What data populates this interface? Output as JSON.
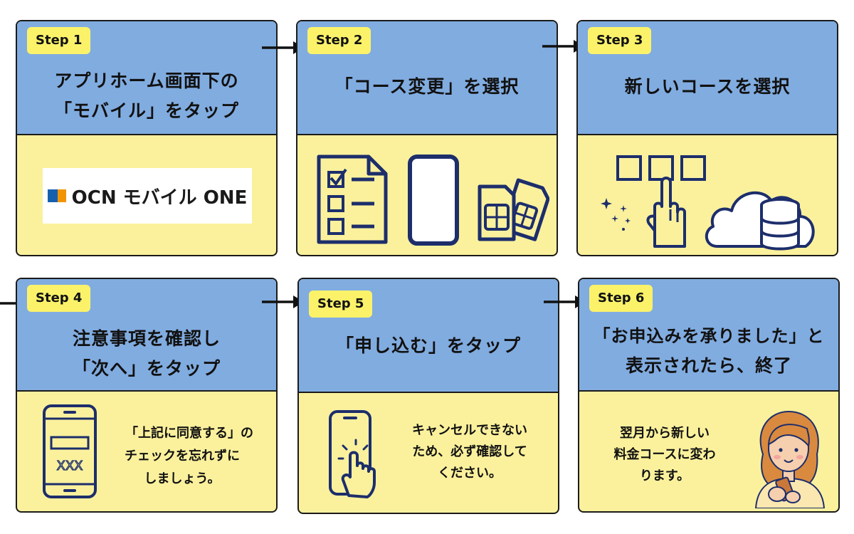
{
  "steps": [
    {
      "badge": "Step 1",
      "title_lines": [
        "アプリホーム画面下の",
        "「モバイル」をタップ"
      ],
      "logo_text": "OCN モバイル ONE"
    },
    {
      "badge": "Step 2",
      "title_lines": [
        "「コース変更」を選択"
      ]
    },
    {
      "badge": "Step 3",
      "title_lines": [
        "新しいコースを選択"
      ]
    },
    {
      "badge": "Step 4",
      "title_lines": [
        "注意事項を確認し",
        "「次へ」をタップ"
      ],
      "body_lines": [
        "「上記に同意する」の",
        "チェックを忘れずに",
        "しましょう。"
      ],
      "phone_code": "XXX"
    },
    {
      "badge": "Step 5",
      "title_lines": [
        "「申し込む」をタップ"
      ],
      "body_lines": [
        "キャンセルできない",
        "ため、必ず確認して",
        "ください。"
      ]
    },
    {
      "badge": "Step 6",
      "title_lines": [
        "「お申込みを承りました」と",
        "表示されたら、終了"
      ],
      "body_lines": [
        "翌月から新しい",
        "料金コースに変わ",
        "ります。"
      ]
    }
  ],
  "colors": {
    "header_blue": "#81ace0",
    "body_yellow": "#fbf19d",
    "badge_yellow": "#fbf26a",
    "icon_navy": "#1d2e6b",
    "logo_blue": "#1560ae",
    "logo_orange": "#f29400"
  },
  "icons": [
    "arrow-right-icon",
    "ocn-logo-icon",
    "checklist-icon",
    "smartphone-icon",
    "sim-card-icon",
    "selection-boxes-icon",
    "pointing-hand-icon",
    "sparkle-icon",
    "cloud-database-icon",
    "phone-form-icon",
    "tap-phone-icon",
    "woman-smartphone-icon"
  ]
}
